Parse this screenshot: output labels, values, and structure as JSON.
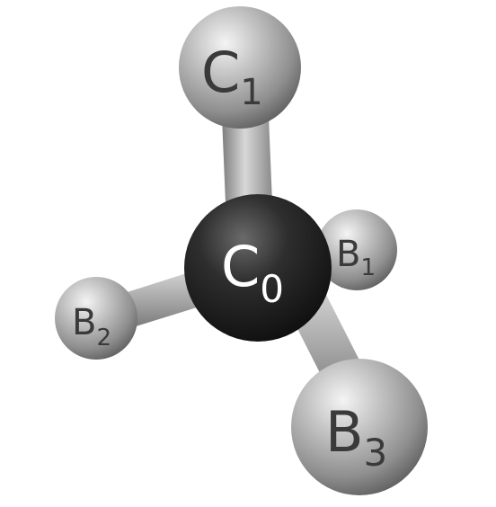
{
  "molecule": {
    "center": {
      "letter": "C",
      "subscript": "0",
      "color": "#262626"
    },
    "atoms": [
      {
        "id": "C1",
        "letter": "C",
        "subscript": "1"
      },
      {
        "id": "B1",
        "letter": "B",
        "subscript": "1"
      },
      {
        "id": "B2",
        "letter": "B",
        "subscript": "2"
      },
      {
        "id": "B3",
        "letter": "B",
        "subscript": "3"
      }
    ],
    "colors": {
      "atom": "#9a9a9a",
      "bond": "#a8a8a8",
      "center": "#262626"
    }
  }
}
